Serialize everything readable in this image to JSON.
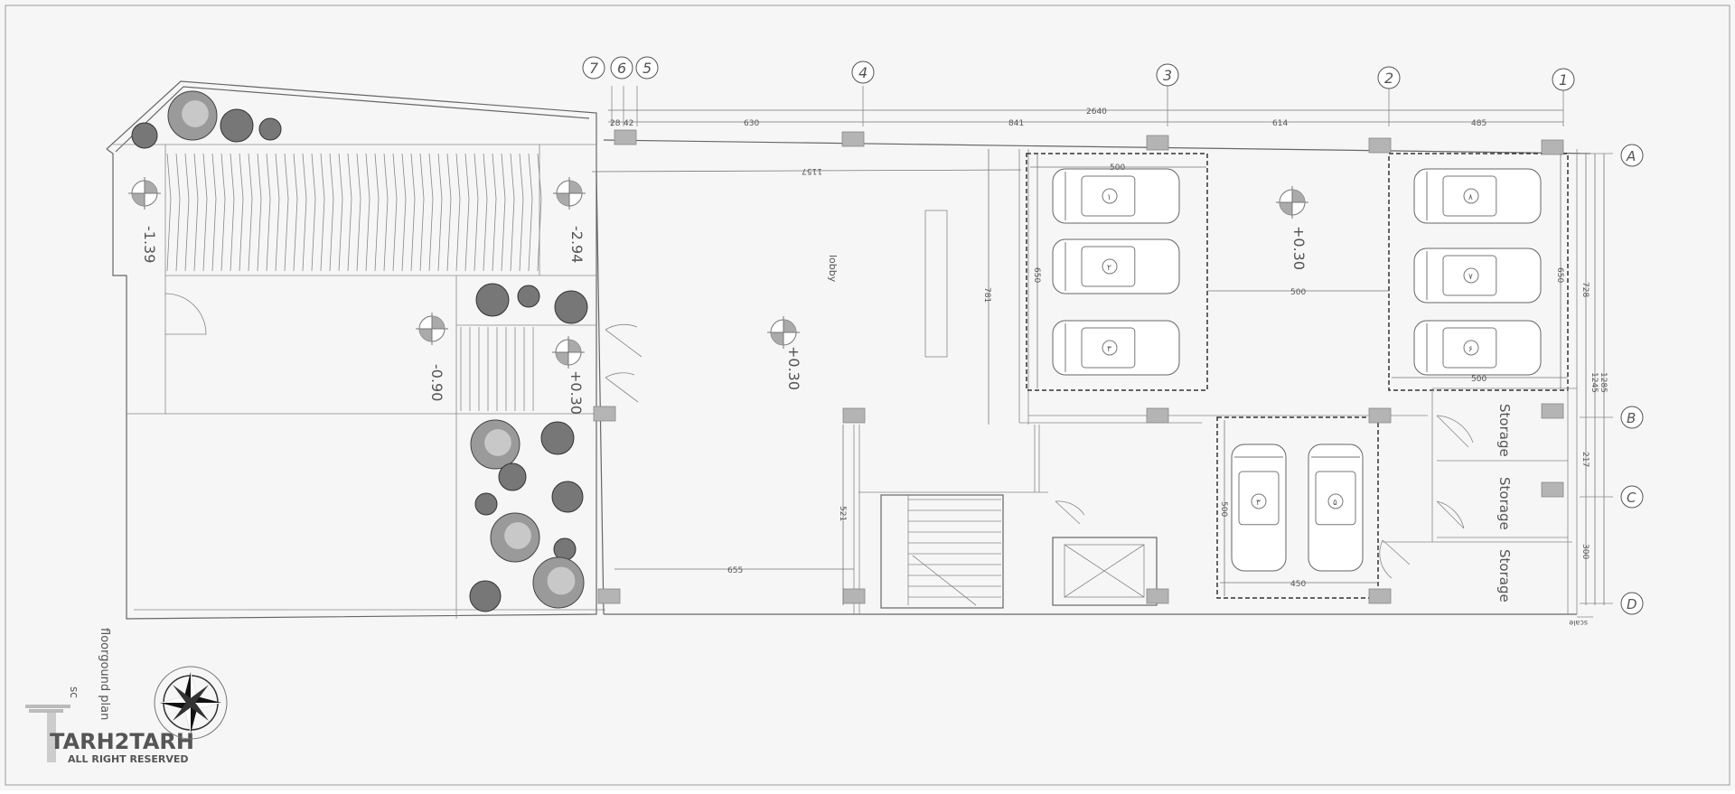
{
  "drawing": {
    "sheet_title": "floorgound plan",
    "scale_prefix": "sc",
    "room_label_lobby": "lobby",
    "storage_labels": [
      "Storage",
      "Storage",
      "Storage"
    ],
    "brand": "TARH2TARH",
    "rights": "ALL RIGHT RESERVED",
    "scale_bar_label": "scale"
  },
  "grid_axes": {
    "vertical": [
      "7",
      "6",
      "5",
      "4",
      "3",
      "2",
      "1"
    ],
    "horizontal": [
      "A",
      "B",
      "C",
      "D"
    ]
  },
  "levels": [
    "-1.39",
    "-2.94",
    "-0.90",
    "+0.30",
    "+0.30",
    "+0.30"
  ],
  "dimensions": {
    "overall": "2640",
    "spans_top": [
      "28",
      "42",
      "630",
      "841",
      "614",
      "485"
    ],
    "diag_lobby": "1157",
    "depth_781": "781",
    "parking_width_a": "500",
    "parking_width_b": "500",
    "parking_height_a": "650",
    "parking_height_b": "650",
    "aisle": "500",
    "parking_width_c": "450",
    "parking_height_c": "500",
    "lobby_width": "655",
    "stair_height": "521",
    "right_728": "728",
    "right_217": "217",
    "right_300": "300",
    "right_1245": "1245",
    "right_1285": "1285"
  },
  "car_labels": [
    "۱",
    "۲",
    "۳",
    "۸",
    "۷",
    "۶",
    "۳",
    "۵"
  ],
  "colors": {
    "paper": "#f6f6f6",
    "line": "#666666",
    "column": "#b4b4b4",
    "tree": "#777777"
  }
}
